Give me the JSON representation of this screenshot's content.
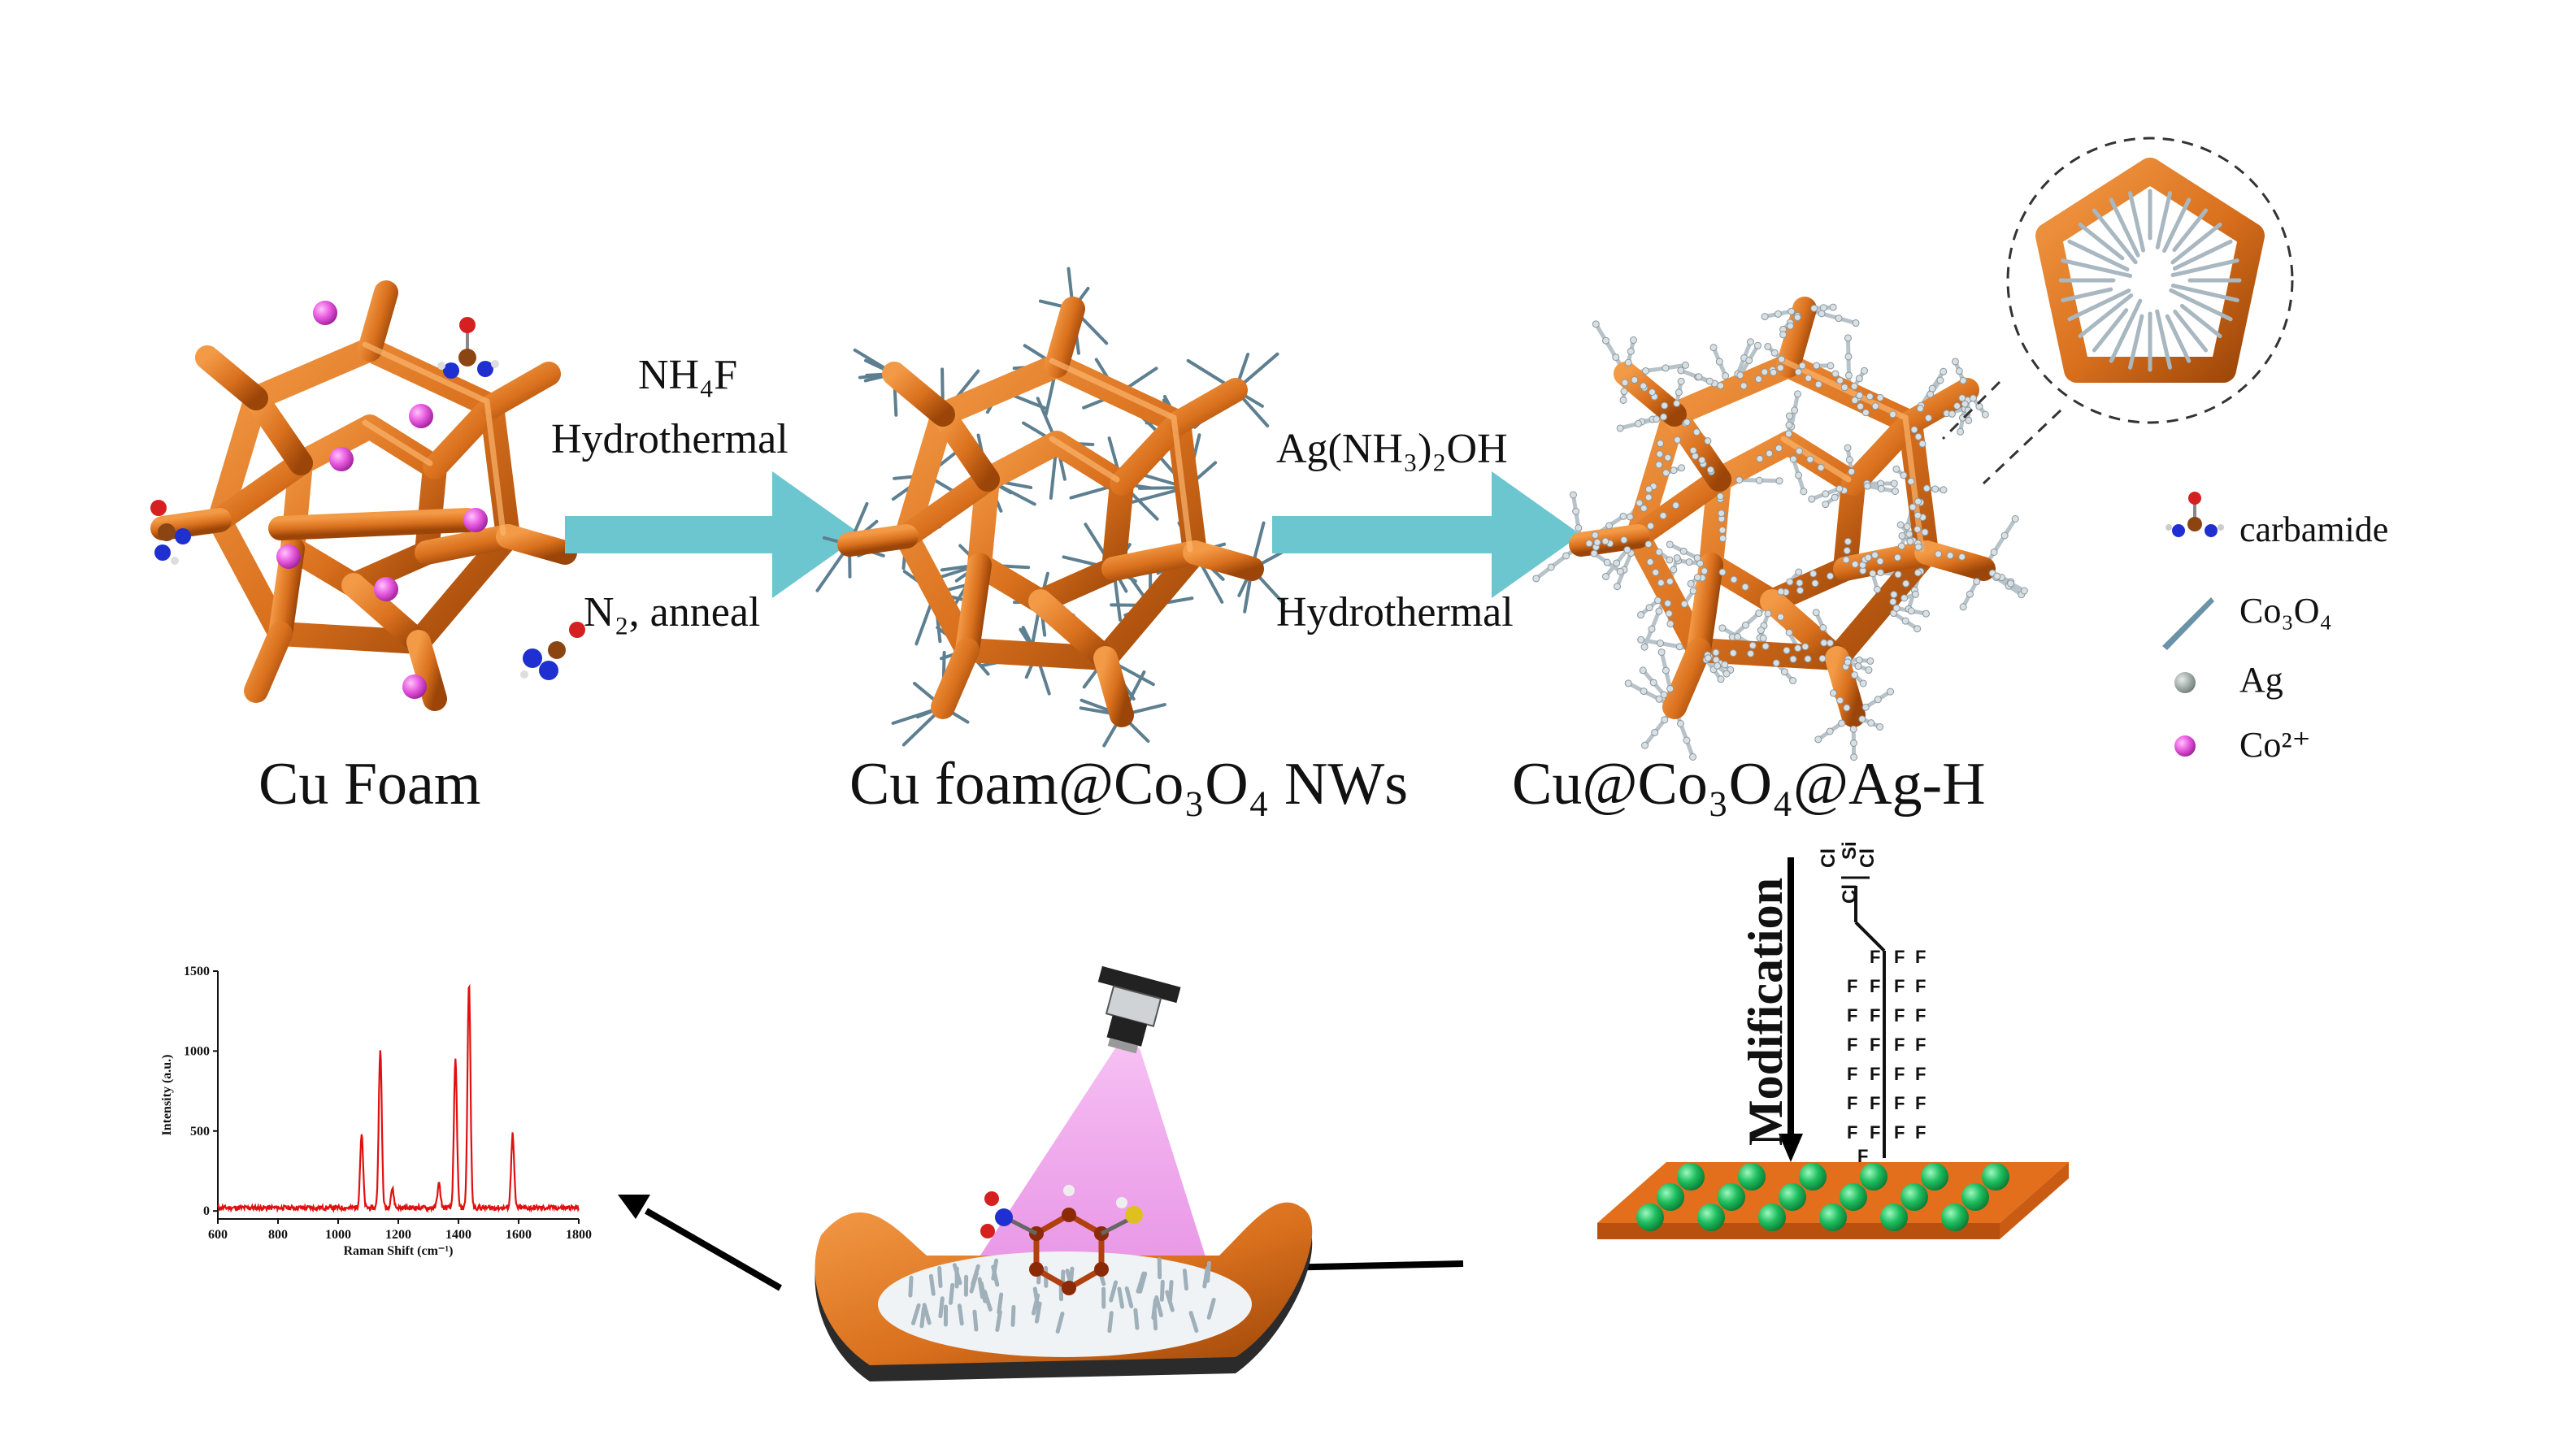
{
  "stages": {
    "cu_foam": "Cu Foam",
    "cu_foam_co3o4": "Cu foam@Co₃O₄ NWs",
    "cu_co3o4_ag": "Cu@Co₃O₄@Ag-H"
  },
  "arrow1": {
    "top_line1": "NH₄F",
    "top_line2": "Hydrothermal",
    "bottom": "N₂, anneal"
  },
  "arrow2": {
    "top": "Ag(NH₃)₂OH",
    "bottom": "Hydrothermal"
  },
  "modification_label": "Modification",
  "silane": {
    "head": [
      "Cl",
      "Si",
      "Cl",
      "Cl"
    ],
    "fluorine_atom": "F"
  },
  "legend": [
    {
      "label": "carbamide",
      "icon": "carbamide-molecule-icon"
    },
    {
      "label": "Co₃O₄",
      "icon": "nanowire-icon"
    },
    {
      "label": "Ag",
      "icon": "silver-particle-icon"
    },
    {
      "label": "Co²⁺",
      "icon": "cobalt-ion-icon"
    }
  ],
  "colors": {
    "copper": "#d9701d",
    "copper_dark": "#a84d0c",
    "arrow_teal": "#6cc6cf",
    "nanowire": "#8aa6b6",
    "silver": "#c9d2d8",
    "cobalt_ion": "#e85ce0",
    "green_sphere": "#1fbf5f",
    "plate": "#e36f1c",
    "spectrum": "#e01010",
    "laser": "#e98ee6"
  },
  "chart_data": {
    "type": "line",
    "xlabel": "Raman Shift (cm⁻¹)",
    "ylabel": "Intensity (a.u.)",
    "xlim": [
      600,
      1800
    ],
    "ylim": [
      -50,
      1500
    ],
    "xticks": [
      600,
      800,
      1000,
      1200,
      1400,
      1600,
      1800
    ],
    "yticks": [
      0,
      500,
      1000,
      1500
    ],
    "peaks": [
      {
        "x": 1078,
        "y": 460
      },
      {
        "x": 1140,
        "y": 1000
      },
      {
        "x": 1180,
        "y": 120
      },
      {
        "x": 1335,
        "y": 150
      },
      {
        "x": 1390,
        "y": 930
      },
      {
        "x": 1435,
        "y": 1400
      },
      {
        "x": 1580,
        "y": 460
      }
    ],
    "baseline": 20,
    "grid": false
  }
}
